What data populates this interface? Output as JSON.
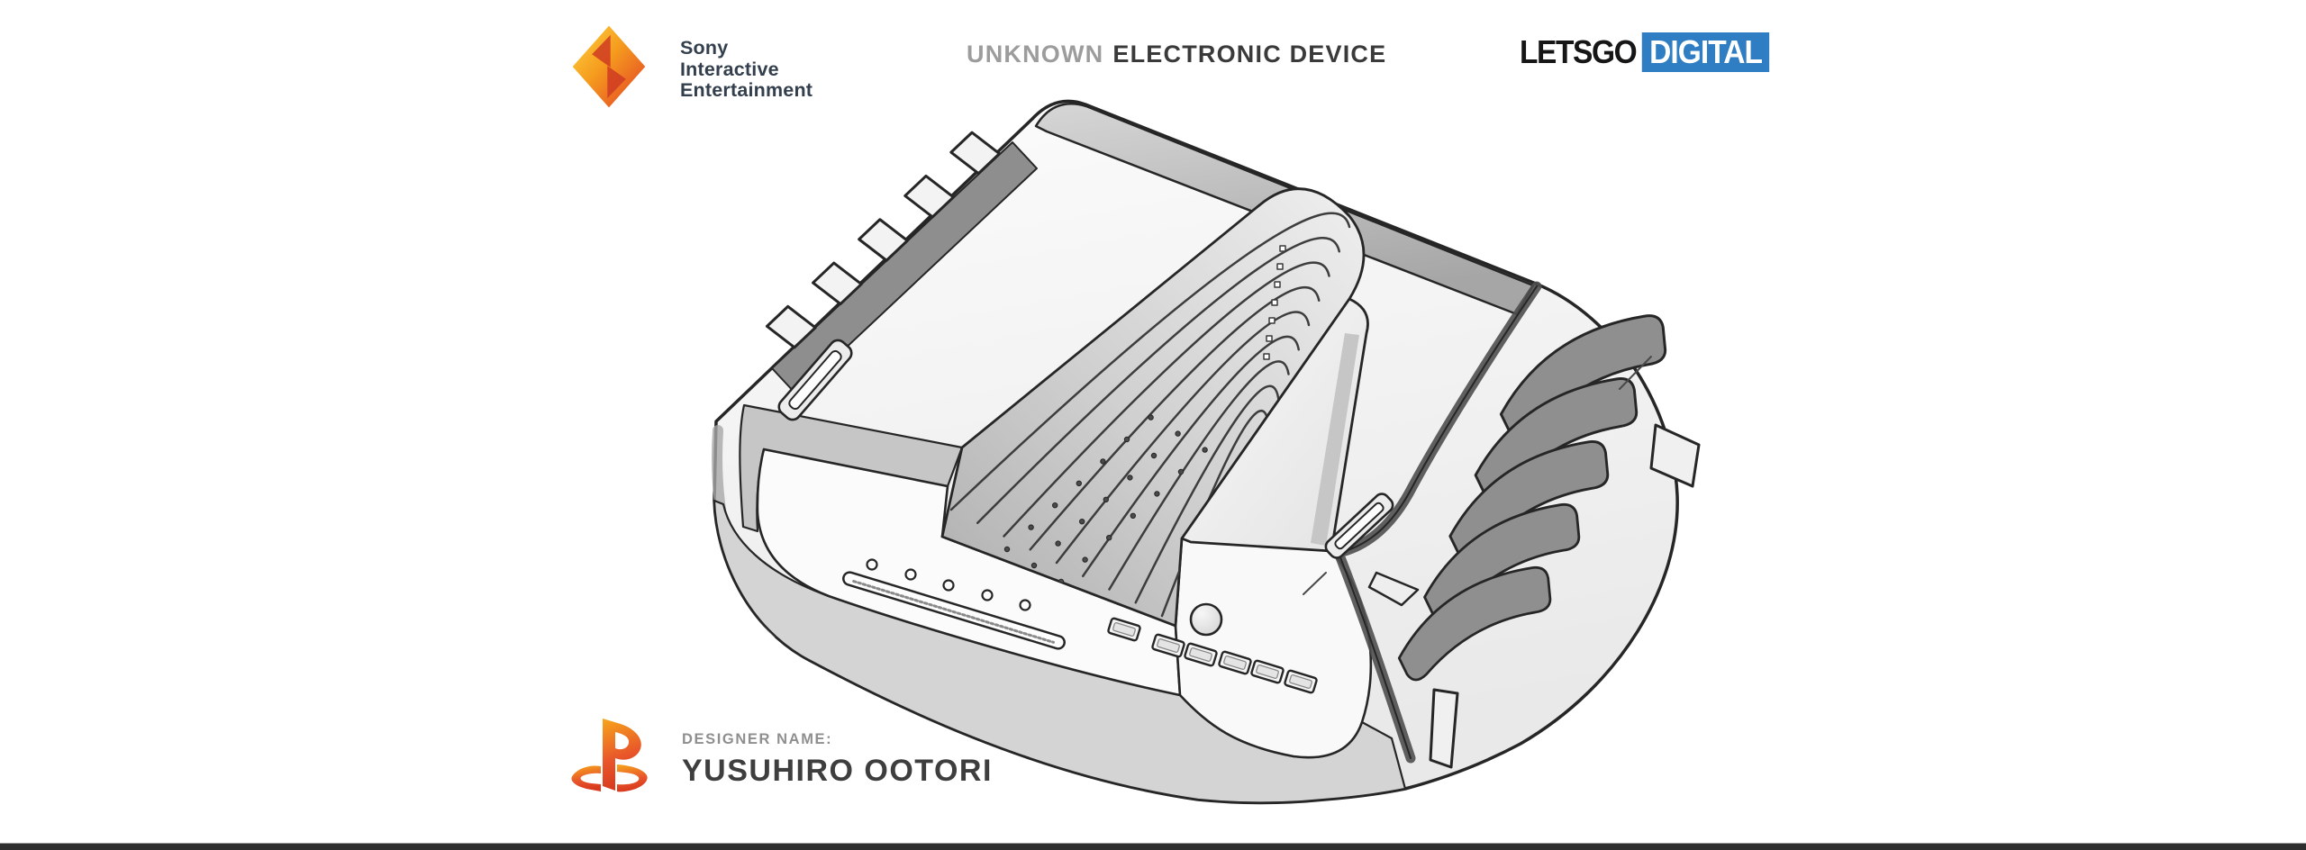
{
  "page": {
    "background": "#ffffff",
    "bottom_bar_color": "#2e2e2e"
  },
  "header": {
    "sony": {
      "icon": "sony-interactive-diamond-icon",
      "lines": [
        "Sony",
        "Interactive",
        "Entertainment"
      ],
      "text_color": "#333f4c",
      "diamond_gradient": [
        "#ffd53e",
        "#f59b1e",
        "#e23b27"
      ]
    },
    "title": {
      "muted": "UNKNOWN",
      "strong": "ELECTRONIC DEVICE",
      "muted_color": "#9c9c9c",
      "strong_color": "#3a3a3a"
    },
    "brand": {
      "part1": "LETSGO",
      "part2": "DIGITAL",
      "part1_color": "#161616",
      "part2_bg": "#2f7dc2",
      "part2_color": "#ffffff"
    }
  },
  "figure": {
    "kind": "patent-line-drawing",
    "subject": "V-shaped game console devkit, three-quarter view",
    "stroke_color": "#262626",
    "fill_light": "#f4f4f4",
    "fill_mid": "#d4d4d4",
    "fill_dark": "#8f8f8f",
    "counts": {
      "left_fins": 5,
      "side_vents": 5,
      "groove_ridges": 9,
      "perforation_rows": 3,
      "indicator_dots": 5,
      "front_buttons_small": 6,
      "front_button_round": 1,
      "disc_slot": 1,
      "top_slots": 2,
      "feet": 3
    }
  },
  "footer": {
    "ps_icon": "playstation-logo-icon",
    "designer_label": "DESIGNER NAME:",
    "designer_name": "YUSUHIRO OOTORI",
    "label_color": "#8f8f8f",
    "name_color": "#3e3e3e"
  }
}
